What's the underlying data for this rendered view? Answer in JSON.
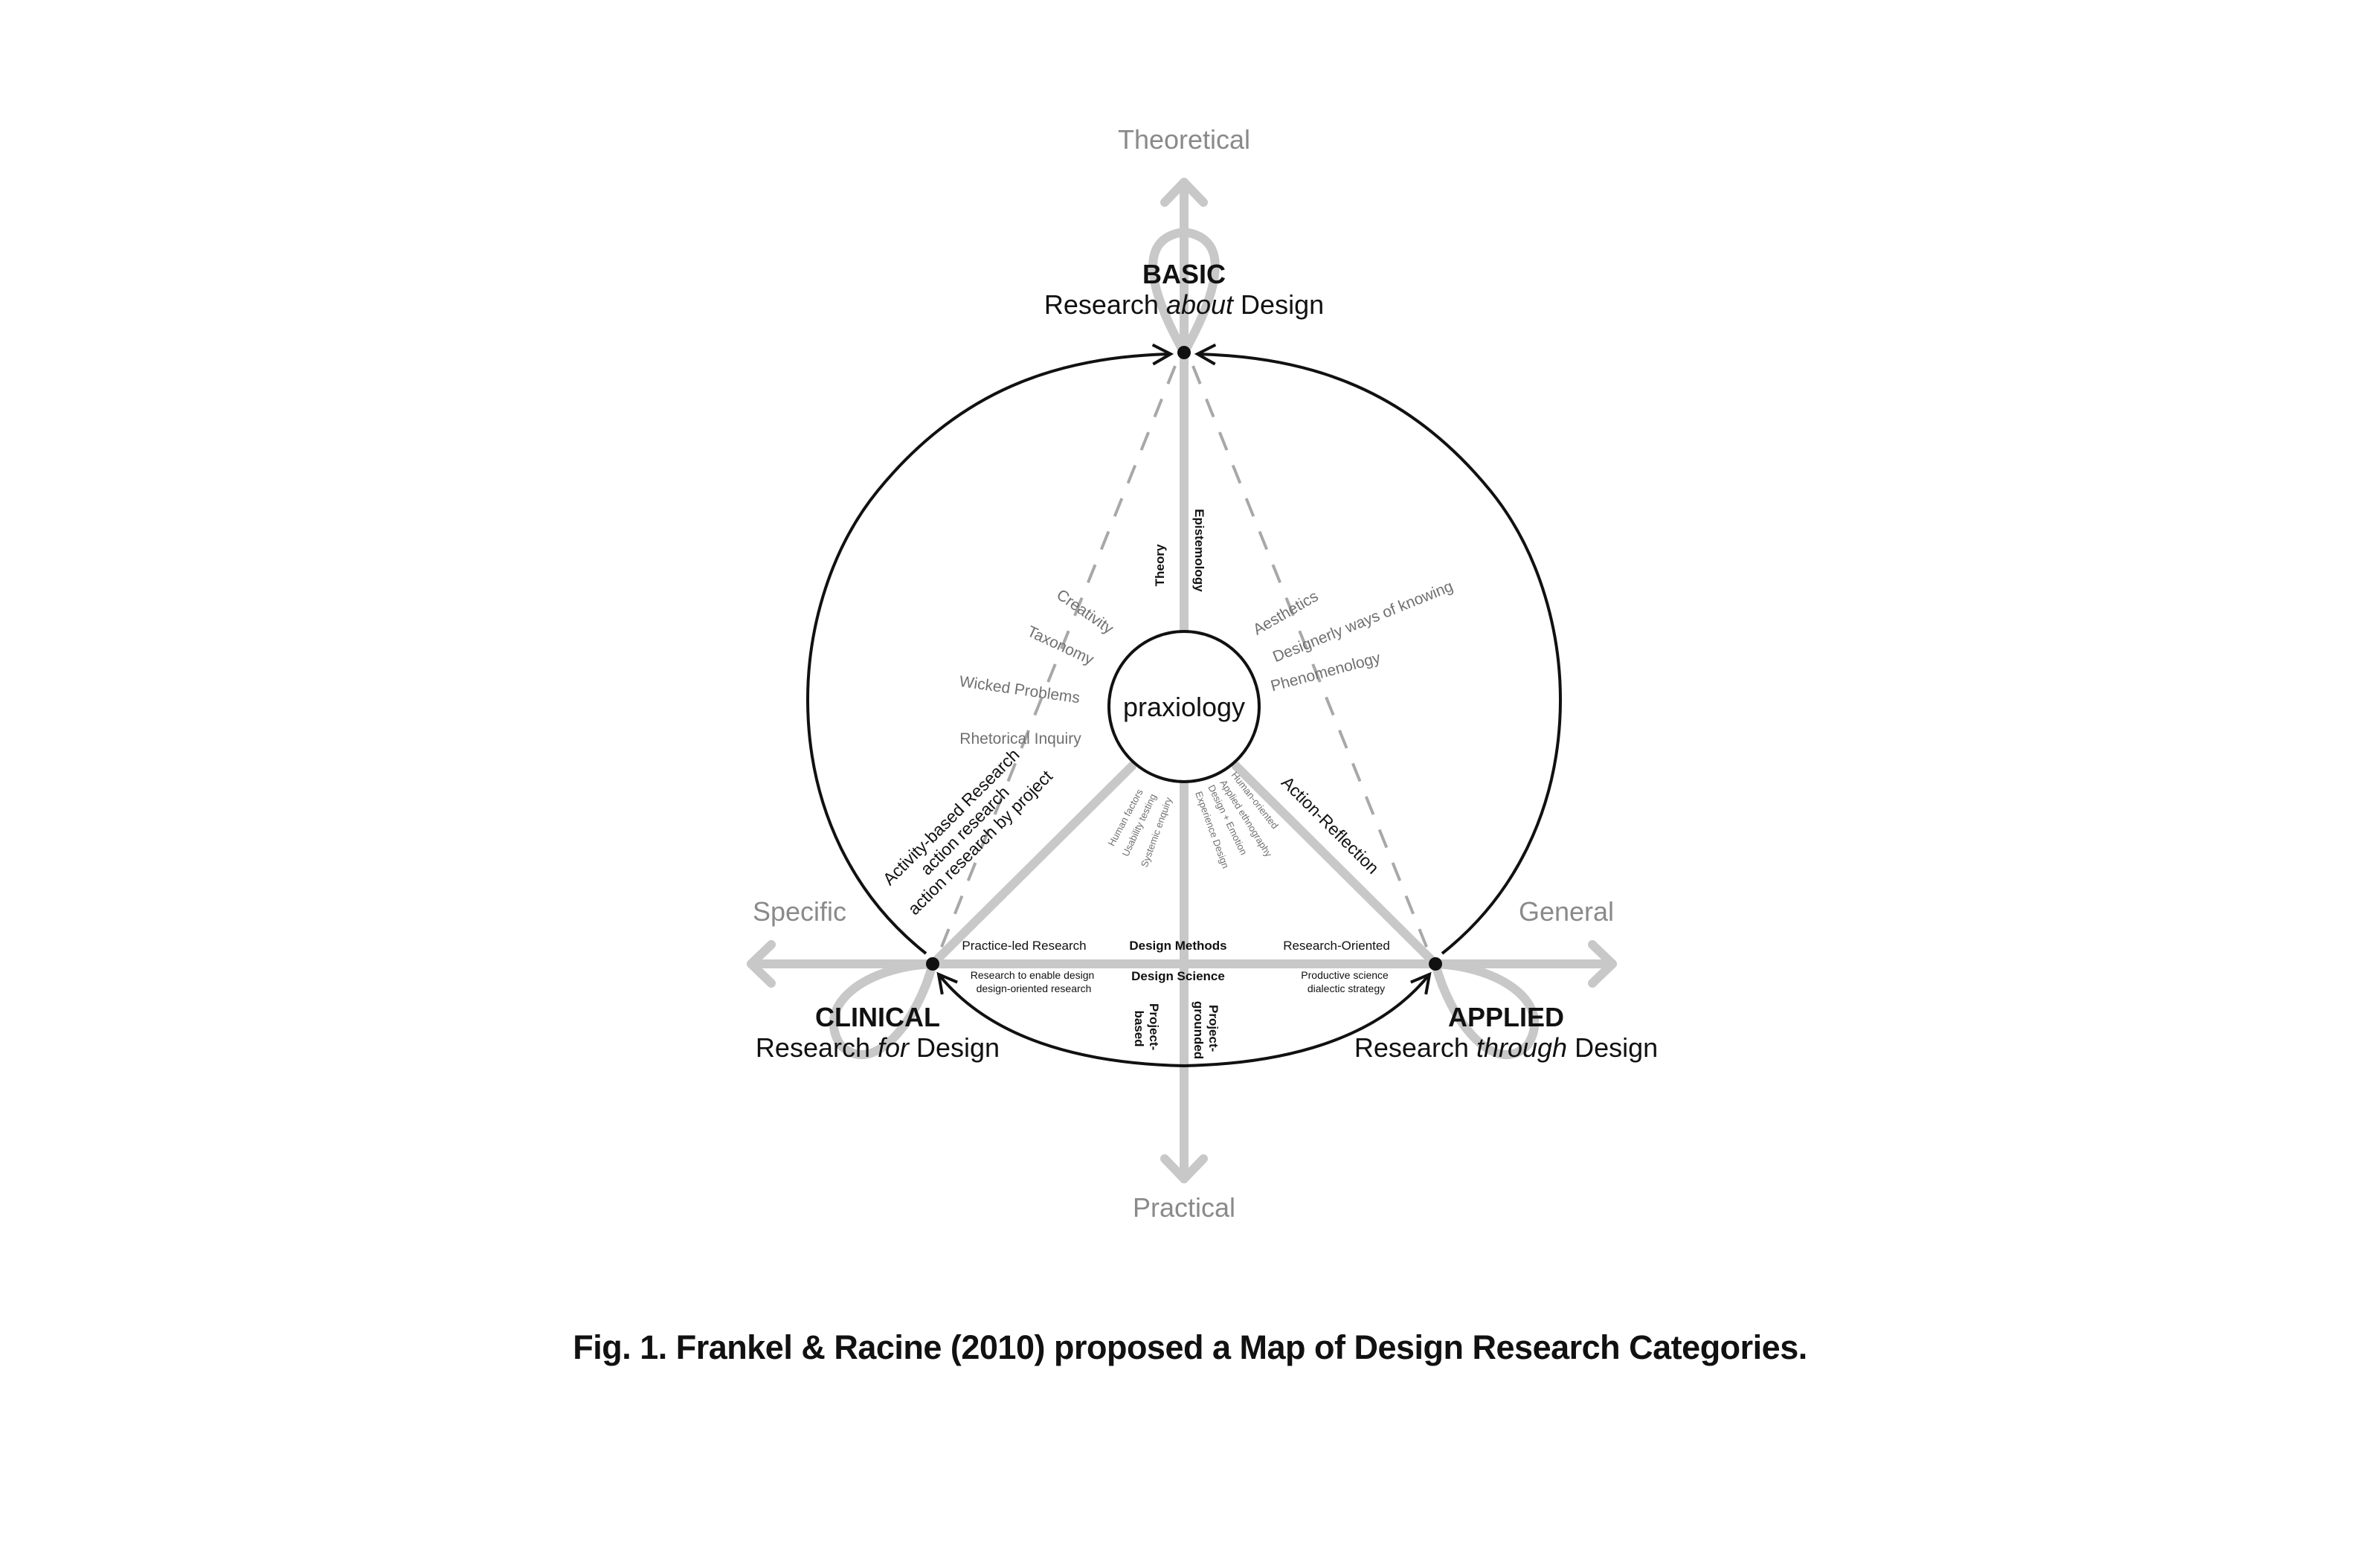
{
  "axes": {
    "top": "Theoretical",
    "bottom": "Practical",
    "left": "Specific",
    "right": "General"
  },
  "nodes": {
    "basic": {
      "title": "BASIC",
      "sub_pre": "Research ",
      "sub_em": "about",
      "sub_post": " Design"
    },
    "clinical": {
      "title": "CLINICAL",
      "sub_pre": "Research ",
      "sub_em": "for",
      "sub_post": " Design"
    },
    "applied": {
      "title": "APPLIED",
      "sub_pre": "Research ",
      "sub_em": "through",
      "sub_post": " Design"
    }
  },
  "center": "praxiology",
  "vertical_labels": {
    "theory": "Theory",
    "epistemology": "Epistemology",
    "project_based": [
      "Project-",
      "based"
    ],
    "project_grounded": [
      "Project-",
      "grounded"
    ]
  },
  "bottom_edge": {
    "left": "Practice-led Research",
    "center_top": "Design Methods",
    "center_bottom": "Design Science",
    "right": "Research-Oriented"
  },
  "below_edge": {
    "left": [
      "Research to enable design",
      "design-oriented research"
    ],
    "right": [
      "Productive science",
      "dialectic strategy"
    ]
  },
  "left_diagonal": [
    "Activity-based Research",
    "action research",
    "action research by project"
  ],
  "right_diagonal": "Action-Reflection",
  "left_topics": [
    "Creativity",
    "Taxonomy",
    "Wicked Problems",
    "Rhetorical Inquiry"
  ],
  "right_topics": [
    "Aesthetics",
    "Designerly ways of knowing",
    "Phenomenology"
  ],
  "fan_left": [
    "Human factors",
    "Usability testing",
    "Systemic enquiry"
  ],
  "fan_right": [
    "Human-oriented",
    "Applied ethnography",
    "Design + Emotion",
    "Experience Design"
  ],
  "caption": "Fig. 1. Frankel & Racine (2010) proposed a Map of Design Research Categories.",
  "colors": {
    "gray": "#c8c8c8",
    "dark": "#111111",
    "text_gray": "#8a8a8a",
    "topic_gray": "#707070"
  }
}
